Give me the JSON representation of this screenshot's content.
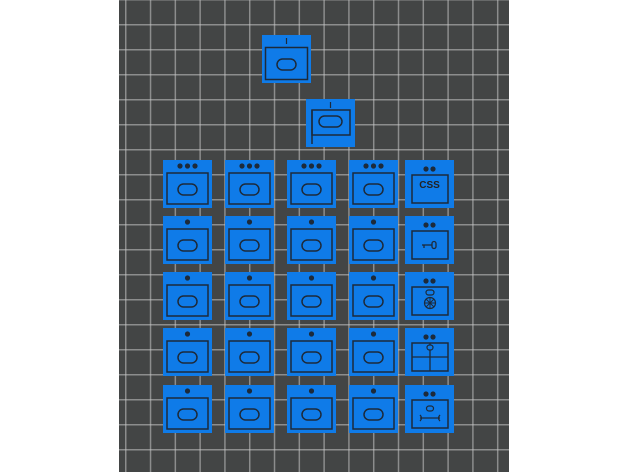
{
  "colors": {
    "canvas": "#434545",
    "tile": "#0f7be8",
    "stroke": "#1d2a3a"
  },
  "tiles": [
    {
      "kind": "window-minimal",
      "icon": "button-icon"
    },
    {
      "kind": "window-flag",
      "icon": "flag-button-icon"
    },
    {
      "kind": "window-3dots",
      "icon": "button-icon"
    },
    {
      "kind": "window-3dots",
      "icon": "button-icon"
    },
    {
      "kind": "window-3dots",
      "icon": "button-icon"
    },
    {
      "kind": "window-3dots",
      "icon": "button-icon"
    },
    {
      "kind": "window-2dots",
      "icon": "css-icon",
      "label": "CSS"
    },
    {
      "kind": "window-1dot",
      "icon": "button-icon"
    },
    {
      "kind": "window-1dot",
      "icon": "button-icon"
    },
    {
      "kind": "window-1dot",
      "icon": "button-icon"
    },
    {
      "kind": "window-1dot",
      "icon": "button-icon"
    },
    {
      "kind": "window-2dots",
      "icon": "key-icon"
    },
    {
      "kind": "window-1dot",
      "icon": "button-icon"
    },
    {
      "kind": "window-1dot",
      "icon": "button-icon"
    },
    {
      "kind": "window-1dot",
      "icon": "button-icon"
    },
    {
      "kind": "window-1dot",
      "icon": "button-icon"
    },
    {
      "kind": "window-2dots",
      "icon": "wheel-icon"
    },
    {
      "kind": "window-1dot",
      "icon": "button-icon"
    },
    {
      "kind": "window-1dot",
      "icon": "button-icon"
    },
    {
      "kind": "window-1dot",
      "icon": "button-icon"
    },
    {
      "kind": "window-1dot",
      "icon": "button-icon"
    },
    {
      "kind": "window-2dots",
      "icon": "grid-layout-icon"
    },
    {
      "kind": "window-1dot",
      "icon": "button-icon"
    },
    {
      "kind": "window-1dot",
      "icon": "button-icon"
    },
    {
      "kind": "window-1dot",
      "icon": "button-icon"
    },
    {
      "kind": "window-1dot",
      "icon": "button-icon"
    },
    {
      "kind": "window-2dots",
      "icon": "bone-icon"
    }
  ]
}
